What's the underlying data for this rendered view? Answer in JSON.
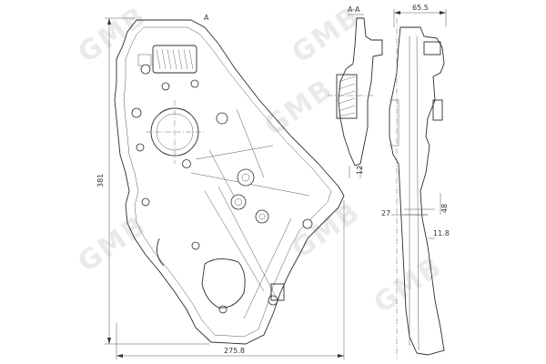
{
  "dimensions": {
    "height_main": "381",
    "width_main": "275.8",
    "side_width": "65.5",
    "section_thickness": "12",
    "small_a": "27",
    "small_b": "11.8",
    "small_c": "48"
  },
  "labels": {
    "section_label": "A-A",
    "section_mark": "A"
  },
  "watermark": {
    "text": "GMB"
  },
  "colors": {
    "line": "#2b2b2b",
    "watermark": "#d9d9d9"
  }
}
